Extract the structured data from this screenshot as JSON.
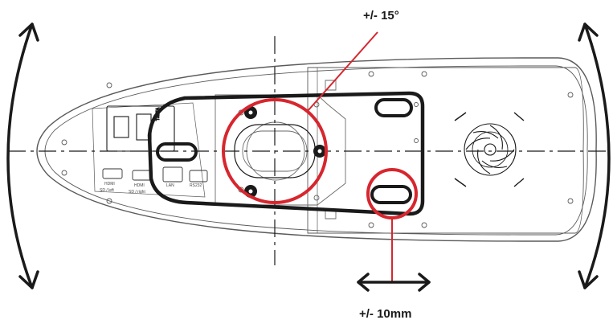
{
  "annotations": {
    "rotation_label": "+/- 15°",
    "shift_label": "+/- 10mm"
  },
  "device_labels": {
    "power_rating": "T3.15A",
    "hdmi_1": "HDMI",
    "hdmi_1_sub": "SD / left",
    "hdmi_2": "HDMI",
    "hdmi_2_sub": "SD / right",
    "lan": "LAN",
    "rs232": "RS232"
  },
  "colors": {
    "accent": "#d7262e",
    "outline": "#1a1a1a",
    "housing": "#5a5a5a"
  }
}
